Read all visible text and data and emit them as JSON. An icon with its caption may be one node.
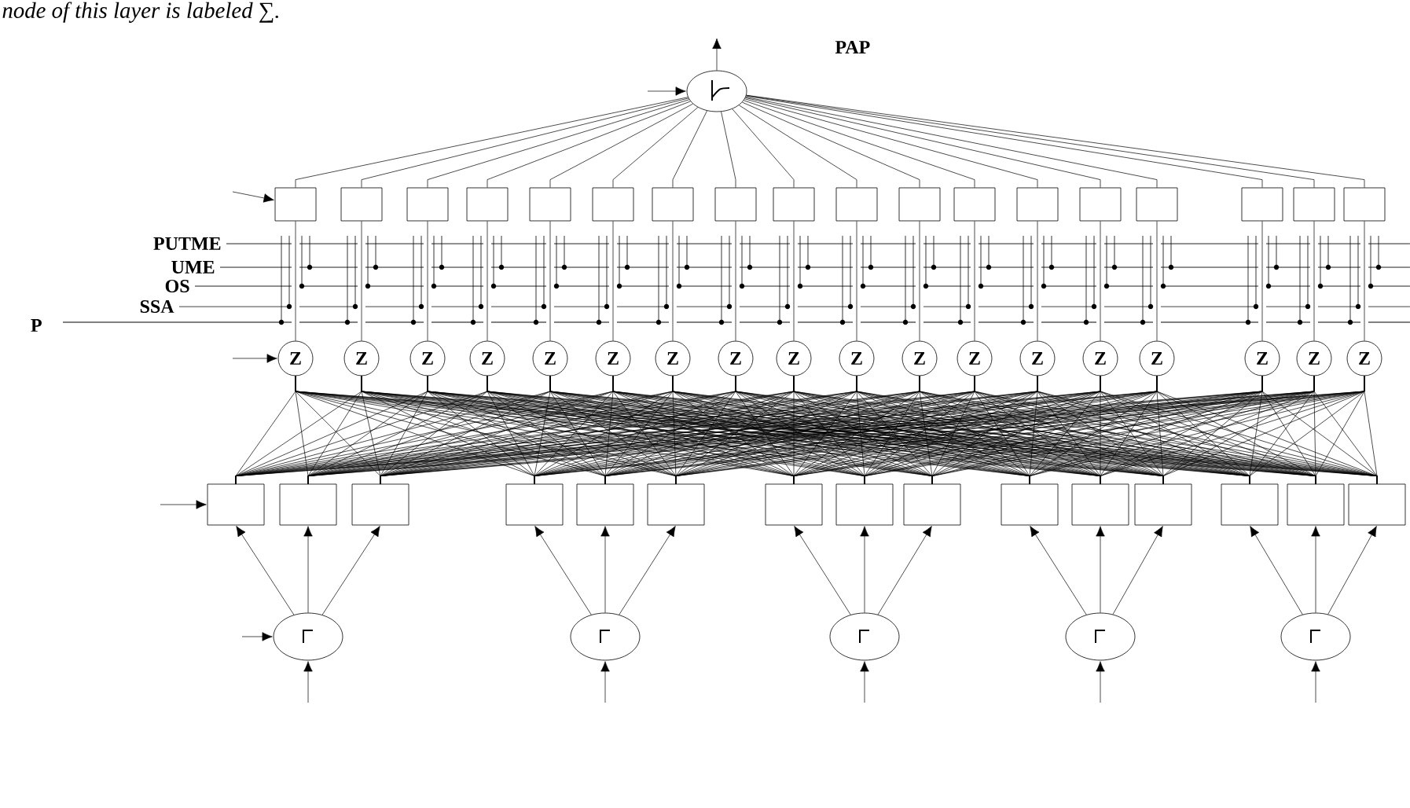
{
  "diagram": {
    "caption": "node of this layer is labeled ∑.",
    "nodes": [
      {
        "text": [],
        "shape": "circle"
      },
      {
        "text": [],
        "shape": "box"
      },
      {
        "text": [],
        "shape": "box"
      },
      {
        "text": [],
        "shape": "box"
      },
      {
        "text": [],
        "shape": "box"
      },
      {
        "text": [],
        "shape": "box"
      },
      {
        "text": [],
        "shape": "box"
      },
      {
        "text": [],
        "shape": "box"
      },
      {
        "text": [],
        "shape": "box"
      },
      {
        "text": [],
        "shape": "box"
      },
      {
        "text": [],
        "shape": "box"
      },
      {
        "text": [],
        "shape": "box"
      },
      {
        "text": [],
        "shape": "box"
      },
      {
        "text": [],
        "shape": "box"
      },
      {
        "text": [],
        "shape": "box"
      },
      {
        "text": [],
        "shape": "box"
      },
      {
        "text": [],
        "shape": "box"
      },
      {
        "text": [],
        "shape": "box"
      },
      {
        "text": [],
        "shape": "box"
      },
      {
        "text": [
          "Z"
        ]
      },
      {
        "text": [
          "Z"
        ]
      },
      {
        "text": [
          "Z"
        ]
      },
      {
        "text": [
          "Z"
        ]
      },
      {
        "text": [
          "Z"
        ]
      },
      {
        "text": [
          "Z"
        ]
      },
      {
        "text": [
          "Z"
        ]
      },
      {
        "text": [
          "Z"
        ]
      },
      {
        "text": [
          "Z"
        ]
      },
      {
        "text": [
          "Z"
        ]
      },
      {
        "text": [
          "Z"
        ]
      },
      {
        "text": [
          "Z"
        ]
      },
      {
        "text": [
          "Z"
        ]
      },
      {
        "text": [
          "Z"
        ]
      },
      {
        "text": [
          "Z"
        ]
      },
      {
        "text": [
          "Z"
        ]
      },
      {
        "text": [
          "Z"
        ]
      },
      {
        "text": [
          "Z"
        ]
      },
      {
        "text": [],
        "shape": "box"
      },
      {
        "text": [],
        "shape": "box"
      },
      {
        "text": [],
        "shape": "box"
      },
      {
        "text": [],
        "shape": "box"
      },
      {
        "text": [],
        "shape": "box"
      },
      {
        "text": [],
        "shape": "box"
      },
      {
        "text": [],
        "shape": "box"
      },
      {
        "text": [],
        "shape": "box"
      },
      {
        "text": [],
        "shape": "box"
      },
      {
        "text": [],
        "shape": "box"
      },
      {
        "text": [],
        "shape": "box"
      },
      {
        "text": [],
        "shape": "box"
      },
      {
        "text": [],
        "shape": "box"
      },
      {
        "text": [],
        "shape": "box"
      },
      {
        "text": [],
        "shape": "box"
      },
      {
        "text": [],
        "shape": "circle"
      },
      {
        "text": [],
        "shape": "circle"
      },
      {
        "text": [],
        "shape": "circle"
      },
      {
        "text": [],
        "shape": "circle"
      },
      {
        "text": [],
        "shape": "circle"
      }
    ],
    "edges": [
      {
        "from": 1,
        "to": 0,
        "arrow": "none"
      },
      {
        "from": 2,
        "to": 0,
        "arrow": "none"
      },
      {
        "from": 3,
        "to": 0,
        "arrow": "none"
      },
      {
        "from": 4,
        "to": 0,
        "arrow": "none"
      },
      {
        "from": 5,
        "to": 0,
        "arrow": "none"
      },
      {
        "from": 6,
        "to": 0,
        "arrow": "none"
      },
      {
        "from": 7,
        "to": 0,
        "arrow": "none"
      },
      {
        "from": 8,
        "to": 0,
        "arrow": "none"
      },
      {
        "from": 9,
        "to": 0,
        "arrow": "none"
      },
      {
        "from": 10,
        "to": 0,
        "arrow": "none"
      },
      {
        "from": 11,
        "to": 0,
        "arrow": "none"
      },
      {
        "from": 12,
        "to": 0,
        "arrow": "none"
      },
      {
        "from": 13,
        "to": 0,
        "arrow": "none"
      },
      {
        "from": 14,
        "to": 0,
        "arrow": "none"
      },
      {
        "from": 15,
        "to": 0,
        "arrow": "none"
      },
      {
        "from": 16,
        "to": 0,
        "arrow": "none"
      },
      {
        "from": 17,
        "to": 0,
        "arrow": "none"
      },
      {
        "from": 18,
        "to": 0,
        "arrow": "none"
      },
      {
        "from": 19,
        "to": 1,
        "arrow": "none"
      },
      {
        "from": 20,
        "to": 2,
        "arrow": "none"
      },
      {
        "from": 21,
        "to": 3,
        "arrow": "none"
      },
      {
        "from": 22,
        "to": 4,
        "arrow": "none"
      },
      {
        "from": 23,
        "to": 5,
        "arrow": "none"
      },
      {
        "from": 24,
        "to": 6,
        "arrow": "none"
      },
      {
        "from": 25,
        "to": 7,
        "arrow": "none"
      },
      {
        "from": 26,
        "to": 8,
        "arrow": "none"
      },
      {
        "from": 27,
        "to": 9,
        "arrow": "none"
      },
      {
        "from": 28,
        "to": 10,
        "arrow": "none"
      },
      {
        "from": 29,
        "to": 11,
        "arrow": "none"
      },
      {
        "from": 30,
        "to": 12,
        "arrow": "none"
      },
      {
        "from": 31,
        "to": 13,
        "arrow": "none"
      },
      {
        "from": 32,
        "to": 14,
        "arrow": "none"
      },
      {
        "from": 33,
        "to": 15,
        "arrow": "none"
      },
      {
        "from": 34,
        "to": 16,
        "arrow": "none"
      },
      {
        "from": 35,
        "to": 17,
        "arrow": "none"
      },
      {
        "from": 36,
        "to": 18,
        "arrow": "none"
      },
      {
        "from": 37,
        "to": 19,
        "arrow": "none"
      },
      {
        "from": 37,
        "to": 20,
        "arrow": "none"
      },
      {
        "from": 37,
        "to": 21,
        "arrow": "none"
      },
      {
        "from": 37,
        "to": 22,
        "arrow": "none"
      },
      {
        "from": 37,
        "to": 23,
        "arrow": "none"
      },
      {
        "from": 37,
        "to": 24,
        "arrow": "none"
      },
      {
        "from": 37,
        "to": 25,
        "arrow": "none"
      },
      {
        "from": 37,
        "to": 26,
        "arrow": "none"
      },
      {
        "from": 37,
        "to": 27,
        "arrow": "none"
      },
      {
        "from": 37,
        "to": 28,
        "arrow": "none"
      },
      {
        "from": 37,
        "to": 29,
        "arrow": "none"
      },
      {
        "from": 37,
        "to": 30,
        "arrow": "none"
      },
      {
        "from": 37,
        "to": 31,
        "arrow": "none"
      },
      {
        "from": 37,
        "to": 32,
        "arrow": "none"
      },
      {
        "from": 37,
        "to": 33,
        "arrow": "none"
      },
      {
        "from": 37,
        "to": 34,
        "arrow": "none"
      },
      {
        "from": 37,
        "to": 35,
        "arrow": "none"
      },
      {
        "from": 37,
        "to": 36,
        "arrow": "none"
      },
      {
        "from": 38,
        "to": 19,
        "arrow": "none"
      },
      {
        "from": 38,
        "to": 20,
        "arrow": "none"
      },
      {
        "from": 38,
        "to": 21,
        "arrow": "none"
      },
      {
        "from": 38,
        "to": 22,
        "arrow": "none"
      },
      {
        "from": 38,
        "to": 23,
        "arrow": "none"
      },
      {
        "from": 38,
        "to": 24,
        "arrow": "none"
      },
      {
        "from": 38,
        "to": 25,
        "arrow": "none"
      },
      {
        "from": 38,
        "to": 26,
        "arrow": "none"
      },
      {
        "from": 38,
        "to": 27,
        "arrow": "none"
      },
      {
        "from": 38,
        "to": 28,
        "arrow": "none"
      },
      {
        "from": 38,
        "to": 29,
        "arrow": "none"
      },
      {
        "from": 38,
        "to": 30,
        "arrow": "none"
      },
      {
        "from": 38,
        "to": 31,
        "arrow": "none"
      },
      {
        "from": 38,
        "to": 32,
        "arrow": "none"
      },
      {
        "from": 38,
        "to": 33,
        "arrow": "none"
      },
      {
        "from": 38,
        "to": 34,
        "arrow": "none"
      },
      {
        "from": 38,
        "to": 35,
        "arrow": "none"
      },
      {
        "from": 38,
        "to": 36,
        "arrow": "none"
      },
      {
        "from": 39,
        "to": 19,
        "arrow": "none"
      },
      {
        "from": 39,
        "to": 20,
        "arrow": "none"
      },
      {
        "from": 39,
        "to": 21,
        "arrow": "none"
      },
      {
        "from": 39,
        "to": 22,
        "arrow": "none"
      },
      {
        "from": 39,
        "to": 23,
        "arrow": "none"
      },
      {
        "from": 39,
        "to": 24,
        "arrow": "none"
      },
      {
        "from": 39,
        "to": 25,
        "arrow": "none"
      },
      {
        "from": 39,
        "to": 26,
        "arrow": "none"
      },
      {
        "from": 39,
        "to": 27,
        "arrow": "none"
      },
      {
        "from": 39,
        "to": 28,
        "arrow": "none"
      },
      {
        "from": 39,
        "to": 29,
        "arrow": "none"
      },
      {
        "from": 39,
        "to": 30,
        "arrow": "none"
      },
      {
        "from": 39,
        "to": 31,
        "arrow": "none"
      },
      {
        "from": 39,
        "to": 32,
        "arrow": "none"
      },
      {
        "from": 39,
        "to": 33,
        "arrow": "none"
      },
      {
        "from": 39,
        "to": 34,
        "arrow": "none"
      },
      {
        "from": 39,
        "to": 35,
        "arrow": "none"
      },
      {
        "from": 39,
        "to": 36,
        "arrow": "none"
      },
      {
        "from": 40,
        "to": 19,
        "arrow": "none"
      },
      {
        "from": 40,
        "to": 20,
        "arrow": "none"
      },
      {
        "from": 40,
        "to": 21,
        "arrow": "none"
      },
      {
        "from": 40,
        "to": 22,
        "arrow": "none"
      },
      {
        "from": 40,
        "to": 23,
        "arrow": "none"
      },
      {
        "from": 40,
        "to": 24,
        "arrow": "none"
      },
      {
        "from": 40,
        "to": 25,
        "arrow": "none"
      },
      {
        "from": 40,
        "to": 26,
        "arrow": "none"
      },
      {
        "from": 40,
        "to": 27,
        "arrow": "none"
      },
      {
        "from": 40,
        "to": 28,
        "arrow": "none"
      },
      {
        "from": 40,
        "to": 29,
        "arrow": "none"
      },
      {
        "from": 40,
        "to": 30,
        "arrow": "none"
      },
      {
        "from": 40,
        "to": 31,
        "arrow": "none"
      },
      {
        "from": 40,
        "to": 32,
        "arrow": "none"
      },
      {
        "from": 40,
        "to": 33,
        "arrow": "none"
      },
      {
        "from": 40,
        "to": 34,
        "arrow": "none"
      },
      {
        "from": 40,
        "to": 35,
        "arrow": "none"
      },
      {
        "from": 40,
        "to": 36,
        "arrow": "none"
      },
      {
        "from": 41,
        "to": 19,
        "arrow": "none"
      },
      {
        "from": 41,
        "to": 20,
        "arrow": "none"
      },
      {
        "from": 41,
        "to": 21,
        "arrow": "none"
      },
      {
        "from": 41,
        "to": 22,
        "arrow": "none"
      },
      {
        "from": 41,
        "to": 23,
        "arrow": "none"
      },
      {
        "from": 41,
        "to": 24,
        "arrow": "none"
      },
      {
        "from": 41,
        "to": 25,
        "arrow": "none"
      },
      {
        "from": 41,
        "to": 26,
        "arrow": "none"
      },
      {
        "from": 41,
        "to": 27,
        "arrow": "none"
      },
      {
        "from": 41,
        "to": 28,
        "arrow": "none"
      },
      {
        "from": 41,
        "to": 29,
        "arrow": "none"
      },
      {
        "from": 41,
        "to": 30,
        "arrow": "none"
      },
      {
        "from": 41,
        "to": 31,
        "arrow": "none"
      },
      {
        "from": 41,
        "to": 32,
        "arrow": "none"
      },
      {
        "from": 41,
        "to": 33,
        "arrow": "none"
      },
      {
        "from": 41,
        "to": 34,
        "arrow": "none"
      },
      {
        "from": 41,
        "to": 35,
        "arrow": "none"
      },
      {
        "from": 41,
        "to": 36,
        "arrow": "none"
      },
      {
        "from": 42,
        "to": 19,
        "arrow": "none"
      },
      {
        "from": 42,
        "to": 20,
        "arrow": "none"
      },
      {
        "from": 42,
        "to": 21,
        "arrow": "none"
      },
      {
        "from": 42,
        "to": 22,
        "arrow": "none"
      },
      {
        "from": 42,
        "to": 23,
        "arrow": "none"
      },
      {
        "from": 42,
        "to": 24,
        "arrow": "none"
      },
      {
        "from": 42,
        "to": 25,
        "arrow": "none"
      },
      {
        "from": 42,
        "to": 26,
        "arrow": "none"
      },
      {
        "from": 42,
        "to": 27,
        "arrow": "none"
      },
      {
        "from": 42,
        "to": 28,
        "arrow": "none"
      },
      {
        "from": 42,
        "to": 29,
        "arrow": "none"
      },
      {
        "from": 42,
        "to": 30,
        "arrow": "none"
      },
      {
        "from": 42,
        "to": 31,
        "arrow": "none"
      },
      {
        "from": 42,
        "to": 32,
        "arrow": "none"
      },
      {
        "from": 42,
        "to": 33,
        "arrow": "none"
      },
      {
        "from": 42,
        "to": 34,
        "arrow": "none"
      },
      {
        "from": 42,
        "to": 35,
        "arrow": "none"
      },
      {
        "from": 42,
        "to": 36,
        "arrow": "none"
      },
      {
        "from": 43,
        "to": 19,
        "arrow": "none"
      },
      {
        "from": 43,
        "to": 20,
        "arrow": "none"
      },
      {
        "from": 43,
        "to": 21,
        "arrow": "none"
      },
      {
        "from": 43,
        "to": 22,
        "arrow": "none"
      },
      {
        "from": 43,
        "to": 23,
        "arrow": "none"
      },
      {
        "from": 43,
        "to": 24,
        "arrow": "none"
      },
      {
        "from": 43,
        "to": 25,
        "arrow": "none"
      },
      {
        "from": 43,
        "to": 26,
        "arrow": "none"
      },
      {
        "from": 43,
        "to": 27,
        "arrow": "none"
      },
      {
        "from": 43,
        "to": 28,
        "arrow": "none"
      },
      {
        "from": 43,
        "to": 29,
        "arrow": "none"
      },
      {
        "from": 43,
        "to": 30,
        "arrow": "none"
      },
      {
        "from": 43,
        "to": 31,
        "arrow": "none"
      },
      {
        "from": 43,
        "to": 32,
        "arrow": "none"
      },
      {
        "from": 43,
        "to": 33,
        "arrow": "none"
      },
      {
        "from": 43,
        "to": 34,
        "arrow": "none"
      },
      {
        "from": 43,
        "to": 35,
        "arrow": "none"
      },
      {
        "from": 43,
        "to": 36,
        "arrow": "none"
      },
      {
        "from": 44,
        "to": 19,
        "arrow": "none"
      },
      {
        "from": 44,
        "to": 20,
        "arrow": "none"
      },
      {
        "from": 44,
        "to": 21,
        "arrow": "none"
      },
      {
        "from": 44,
        "to": 22,
        "arrow": "none"
      },
      {
        "from": 44,
        "to": 23,
        "arrow": "none"
      },
      {
        "from": 44,
        "to": 24,
        "arrow": "none"
      },
      {
        "from": 44,
        "to": 25,
        "arrow": "none"
      },
      {
        "from": 44,
        "to": 26,
        "arrow": "none"
      },
      {
        "from": 44,
        "to": 27,
        "arrow": "none"
      },
      {
        "from": 44,
        "to": 28,
        "arrow": "none"
      },
      {
        "from": 44,
        "to": 29,
        "arrow": "none"
      },
      {
        "from": 44,
        "to": 30,
        "arrow": "none"
      },
      {
        "from": 44,
        "to": 31,
        "arrow": "none"
      },
      {
        "from": 44,
        "to": 32,
        "arrow": "none"
      },
      {
        "from": 44,
        "to": 33,
        "arrow": "none"
      },
      {
        "from": 44,
        "to": 34,
        "arrow": "none"
      },
      {
        "from": 44,
        "to": 35,
        "arrow": "none"
      },
      {
        "from": 44,
        "to": 36,
        "arrow": "none"
      },
      {
        "from": 45,
        "to": 19,
        "arrow": "none"
      },
      {
        "from": 45,
        "to": 20,
        "arrow": "none"
      },
      {
        "from": 45,
        "to": 21,
        "arrow": "none"
      },
      {
        "from": 45,
        "to": 22,
        "arrow": "none"
      },
      {
        "from": 45,
        "to": 23,
        "arrow": "none"
      },
      {
        "from": 45,
        "to": 24,
        "arrow": "none"
      },
      {
        "from": 45,
        "to": 25,
        "arrow": "none"
      },
      {
        "from": 45,
        "to": 26,
        "arrow": "none"
      },
      {
        "from": 45,
        "to": 27,
        "arrow": "none"
      },
      {
        "from": 45,
        "to": 28,
        "arrow": "none"
      },
      {
        "from": 45,
        "to": 29,
        "arrow": "none"
      },
      {
        "from": 45,
        "to": 30,
        "arrow": "none"
      },
      {
        "from": 45,
        "to": 31,
        "arrow": "none"
      },
      {
        "from": 45,
        "to": 32,
        "arrow": "none"
      },
      {
        "from": 45,
        "to": 33,
        "arrow": "none"
      },
      {
        "from": 45,
        "to": 34,
        "arrow": "none"
      },
      {
        "from": 45,
        "to": 35,
        "arrow": "none"
      },
      {
        "from": 45,
        "to": 36,
        "arrow": "none"
      },
      {
        "from": 46,
        "to": 19,
        "arrow": "none"
      },
      {
        "from": 46,
        "to": 20,
        "arrow": "none"
      },
      {
        "from": 46,
        "to": 21,
        "arrow": "none"
      },
      {
        "from": 46,
        "to": 22,
        "arrow": "none"
      },
      {
        "from": 46,
        "to": 23,
        "arrow": "none"
      },
      {
        "from": 46,
        "to": 24,
        "arrow": "none"
      },
      {
        "from": 46,
        "to": 25,
        "arrow": "none"
      },
      {
        "from": 46,
        "to": 26,
        "arrow": "none"
      },
      {
        "from": 46,
        "to": 27,
        "arrow": "none"
      },
      {
        "from": 46,
        "to": 28,
        "arrow": "none"
      },
      {
        "from": 46,
        "to": 29,
        "arrow": "none"
      },
      {
        "from": 46,
        "to": 30,
        "arrow": "none"
      },
      {
        "from": 46,
        "to": 31,
        "arrow": "none"
      },
      {
        "from": 46,
        "to": 32,
        "arrow": "none"
      },
      {
        "from": 46,
        "to": 33,
        "arrow": "none"
      },
      {
        "from": 46,
        "to": 34,
        "arrow": "none"
      },
      {
        "from": 46,
        "to": 35,
        "arrow": "none"
      },
      {
        "from": 46,
        "to": 36,
        "arrow": "none"
      },
      {
        "from": 47,
        "to": 19,
        "arrow": "none"
      },
      {
        "from": 47,
        "to": 20,
        "arrow": "none"
      },
      {
        "from": 47,
        "to": 21,
        "arrow": "none"
      },
      {
        "from": 47,
        "to": 22,
        "arrow": "none"
      },
      {
        "from": 47,
        "to": 23,
        "arrow": "none"
      },
      {
        "from": 47,
        "to": 24,
        "arrow": "none"
      },
      {
        "from": 47,
        "to": 25,
        "arrow": "none"
      },
      {
        "from": 47,
        "to": 26,
        "arrow": "none"
      },
      {
        "from": 47,
        "to": 27,
        "arrow": "none"
      },
      {
        "from": 47,
        "to": 28,
        "arrow": "none"
      },
      {
        "from": 47,
        "to": 29,
        "arrow": "none"
      },
      {
        "from": 47,
        "to": 30,
        "arrow": "none"
      },
      {
        "from": 47,
        "to": 31,
        "arrow": "none"
      },
      {
        "from": 47,
        "to": 32,
        "arrow": "none"
      },
      {
        "from": 47,
        "to": 33,
        "arrow": "none"
      },
      {
        "from": 47,
        "to": 34,
        "arrow": "none"
      },
      {
        "from": 47,
        "to": 35,
        "arrow": "none"
      },
      {
        "from": 47,
        "to": 36,
        "arrow": "none"
      },
      {
        "from": 48,
        "to": 19,
        "arrow": "none"
      },
      {
        "from": 48,
        "to": 20,
        "arrow": "none"
      },
      {
        "from": 48,
        "to": 21,
        "arrow": "none"
      },
      {
        "from": 48,
        "to": 22,
        "arrow": "none"
      },
      {
        "from": 48,
        "to": 23,
        "arrow": "none"
      },
      {
        "from": 48,
        "to": 24,
        "arrow": "none"
      },
      {
        "from": 48,
        "to": 25,
        "arrow": "none"
      },
      {
        "from": 48,
        "to": 26,
        "arrow": "none"
      },
      {
        "from": 48,
        "to": 27,
        "arrow": "none"
      },
      {
        "from": 48,
        "to": 28,
        "arrow": "none"
      },
      {
        "from": 48,
        "to": 29,
        "arrow": "none"
      },
      {
        "from": 48,
        "to": 30,
        "arrow": "none"
      },
      {
        "from": 48,
        "to": 31,
        "arrow": "none"
      },
      {
        "from": 48,
        "to": 32,
        "arrow": "none"
      },
      {
        "from": 48,
        "to": 33,
        "arrow": "none"
      },
      {
        "from": 48,
        "to": 34,
        "arrow": "none"
      },
      {
        "from": 48,
        "to": 35,
        "arrow": "none"
      },
      {
        "from": 48,
        "to": 36,
        "arrow": "none"
      },
      {
        "from": 49,
        "to": 19,
        "arrow": "none"
      },
      {
        "from": 49,
        "to": 20,
        "arrow": "none"
      },
      {
        "from": 49,
        "to": 21,
        "arrow": "none"
      },
      {
        "from": 49,
        "to": 22,
        "arrow": "none"
      },
      {
        "from": 49,
        "to": 23,
        "arrow": "none"
      },
      {
        "from": 49,
        "to": 24,
        "arrow": "none"
      },
      {
        "from": 49,
        "to": 25,
        "arrow": "none"
      },
      {
        "from": 49,
        "to": 26,
        "arrow": "none"
      },
      {
        "from": 49,
        "to": 27,
        "arrow": "none"
      },
      {
        "from": 49,
        "to": 28,
        "arrow": "none"
      },
      {
        "from": 49,
        "to": 29,
        "arrow": "none"
      },
      {
        "from": 49,
        "to": 30,
        "arrow": "none"
      },
      {
        "from": 49,
        "to": 31,
        "arrow": "none"
      },
      {
        "from": 49,
        "to": 32,
        "arrow": "none"
      },
      {
        "from": 49,
        "to": 33,
        "arrow": "none"
      },
      {
        "from": 49,
        "to": 34,
        "arrow": "none"
      },
      {
        "from": 49,
        "to": 35,
        "arrow": "none"
      },
      {
        "from": 49,
        "to": 36,
        "arrow": "none"
      },
      {
        "from": 50,
        "to": 19,
        "arrow": "none"
      },
      {
        "from": 50,
        "to": 20,
        "arrow": "none"
      },
      {
        "from": 50,
        "to": 21,
        "arrow": "none"
      },
      {
        "from": 50,
        "to": 22,
        "arrow": "none"
      },
      {
        "from": 50,
        "to": 23,
        "arrow": "none"
      },
      {
        "from": 50,
        "to": 24,
        "arrow": "none"
      },
      {
        "from": 50,
        "to": 25,
        "arrow": "none"
      },
      {
        "from": 50,
        "to": 26,
        "arrow": "none"
      },
      {
        "from": 50,
        "to": 27,
        "arrow": "none"
      },
      {
        "from": 50,
        "to": 28,
        "arrow": "none"
      },
      {
        "from": 50,
        "to": 29,
        "arrow": "none"
      },
      {
        "from": 50,
        "to": 30,
        "arrow": "none"
      },
      {
        "from": 50,
        "to": 31,
        "arrow": "none"
      },
      {
        "from": 50,
        "to": 32,
        "arrow": "none"
      },
      {
        "from": 50,
        "to": 33,
        "arrow": "none"
      },
      {
        "from": 50,
        "to": 34,
        "arrow": "none"
      },
      {
        "from": 50,
        "to": 35,
        "arrow": "none"
      },
      {
        "from": 50,
        "to": 36,
        "arrow": "none"
      },
      {
        "from": 51,
        "to": 19,
        "arrow": "none"
      },
      {
        "from": 51,
        "to": 20,
        "arrow": "none"
      },
      {
        "from": 51,
        "to": 21,
        "arrow": "none"
      },
      {
        "from": 51,
        "to": 22,
        "arrow": "none"
      },
      {
        "from": 51,
        "to": 23,
        "arrow": "none"
      },
      {
        "from": 51,
        "to": 24,
        "arrow": "none"
      },
      {
        "from": 51,
        "to": 25,
        "arrow": "none"
      },
      {
        "from": 51,
        "to": 26,
        "arrow": "none"
      },
      {
        "from": 51,
        "to": 27,
        "arrow": "none"
      },
      {
        "from": 51,
        "to": 28,
        "arrow": "none"
      },
      {
        "from": 51,
        "to": 29,
        "arrow": "none"
      },
      {
        "from": 51,
        "to": 30,
        "arrow": "none"
      },
      {
        "from": 51,
        "to": 31,
        "arrow": "none"
      },
      {
        "from": 51,
        "to": 32,
        "arrow": "none"
      },
      {
        "from": 51,
        "to": 33,
        "arrow": "none"
      },
      {
        "from": 51,
        "to": 34,
        "arrow": "none"
      },
      {
        "from": 51,
        "to": 35,
        "arrow": "none"
      },
      {
        "from": 51,
        "to": 36,
        "arrow": "none"
      },
      {
        "from": 52,
        "to": 37,
        "arrow": "to"
      },
      {
        "from": 52,
        "to": 38,
        "arrow": "to"
      },
      {
        "from": 52,
        "to": 39,
        "arrow": "to"
      },
      {
        "from": 53,
        "to": 40,
        "arrow": "to"
      },
      {
        "from": 53,
        "to": 41,
        "arrow": "to"
      },
      {
        "from": 53,
        "to": 42,
        "arrow": "to"
      },
      {
        "from": 54,
        "to": 43,
        "arrow": "to"
      },
      {
        "from": 54,
        "to": 44,
        "arrow": "to"
      },
      {
        "from": 54,
        "to": 45,
        "arrow": "to"
      },
      {
        "from": 55,
        "to": 46,
        "arrow": "to"
      },
      {
        "from": 55,
        "to": 47,
        "arrow": "to"
      },
      {
        "from": 55,
        "to": 48,
        "arrow": "to"
      },
      {
        "from": 56,
        "to": 49,
        "arrow": "to"
      },
      {
        "from": 56,
        "to": 50,
        "arrow": "to"
      },
      {
        "from": 56,
        "to": 51,
        "arrow": "to"
      },
      {
        "from": null,
        "to": 52,
        "arrow": "to"
      },
      {
        "from": null,
        "to": 53,
        "arrow": "to"
      },
      {
        "from": null,
        "to": 54,
        "arrow": "to"
      },
      {
        "from": null,
        "to": 55,
        "arrow": "to"
      },
      {
        "from": null,
        "to": 56,
        "arrow": "to"
      },
      {
        "from": null,
        "to": 0,
        "arrow": "to"
      },
      {
        "from": 0,
        "to": null,
        "arrow": "to"
      },
      {
        "from": null,
        "to": 1,
        "arrow": "to"
      },
      {
        "from": null,
        "to": 19,
        "arrow": "to"
      },
      {
        "from": null,
        "to": 37,
        "arrow": "to"
      },
      {
        "from": null,
        "to": 52,
        "arrow": "to"
      }
    ],
    "labels": [
      "PAP",
      "PUTME",
      "UME",
      "OS",
      "SSA",
      "P"
    ]
  }
}
